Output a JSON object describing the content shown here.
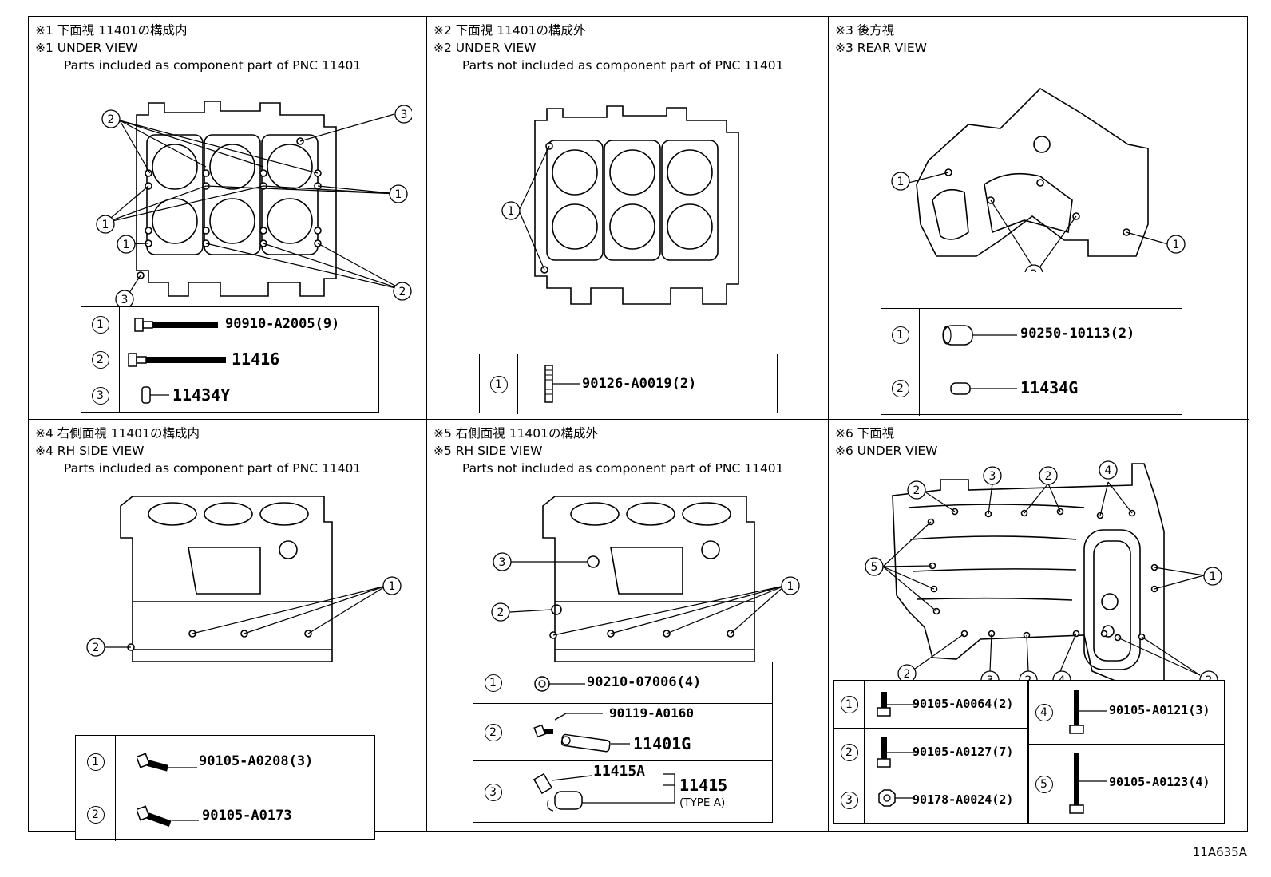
{
  "panels": [
    {
      "title_jp": "※1 下面視 11401の構成内",
      "title_en": "※1 UNDER VIEW",
      "subtitle": "Parts included as component part of PNC 11401",
      "parts": [
        {
          "num": "1",
          "label": "90910-A2005(9)"
        },
        {
          "num": "2",
          "label": "11416"
        },
        {
          "num": "3",
          "label": "11434Y"
        }
      ]
    },
    {
      "title_jp": "※2 下面視 11401の構成外",
      "title_en": "※2 UNDER VIEW",
      "subtitle": "Parts not included as component part of PNC 11401",
      "parts": [
        {
          "num": "1",
          "label": "90126-A0019(2)"
        }
      ]
    },
    {
      "title_jp": "※3 後方視",
      "title_en": "※3 REAR VIEW",
      "subtitle": "",
      "parts": [
        {
          "num": "1",
          "label": "90250-10113(2)"
        },
        {
          "num": "2",
          "label": "11434G"
        }
      ]
    },
    {
      "title_jp": "※4 右側面視 11401の構成内",
      "title_en": "※4 RH SIDE VIEW",
      "subtitle": "Parts included as component part of PNC 11401",
      "parts": [
        {
          "num": "1",
          "label": "90105-A0208(3)"
        },
        {
          "num": "2",
          "label": "90105-A0173"
        }
      ]
    },
    {
      "title_jp": "※5 右側面視 11401の構成外",
      "title_en": "※5 RH SIDE VIEW",
      "subtitle": "Parts not included as component part of PNC 11401",
      "parts": [
        {
          "num": "1",
          "label": "90210-07006(4)"
        },
        {
          "num": "2",
          "label": "90119-A0160",
          "label2": "11401G"
        },
        {
          "num": "3",
          "label": "11415A",
          "label2": "11415",
          "note": "(TYPE A)"
        }
      ]
    },
    {
      "title_jp": "※6 下面視",
      "title_en": "※6 UNDER VIEW",
      "subtitle": "",
      "parts": [
        {
          "num": "1",
          "label": "90105-A0064(2)"
        },
        {
          "num": "2",
          "label": "90105-A0127(7)"
        },
        {
          "num": "3",
          "label": "90178-A0024(2)"
        },
        {
          "num": "4",
          "label": "90105-A0121(3)"
        },
        {
          "num": "5",
          "label": "90105-A0123(4)"
        }
      ]
    }
  ],
  "callouts": [
    "1",
    "2",
    "3",
    "4",
    "5"
  ],
  "illustration_code": "11A635A"
}
